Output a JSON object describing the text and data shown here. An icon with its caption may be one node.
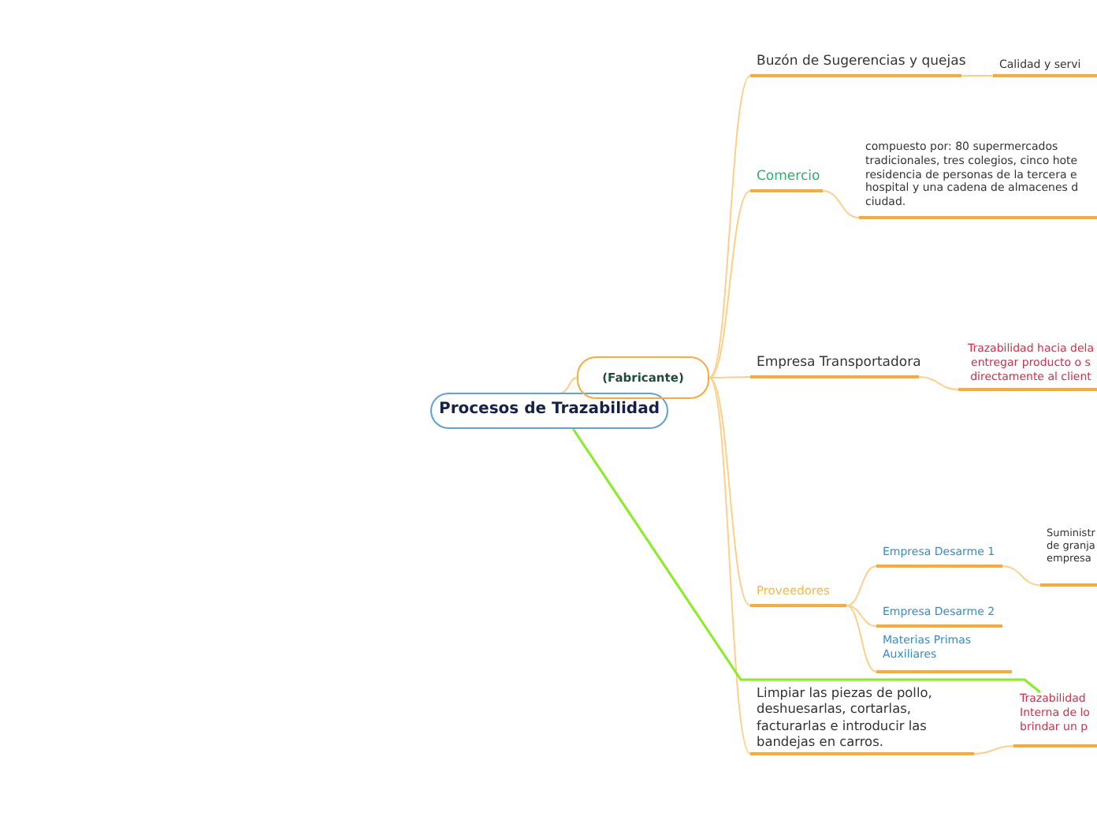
{
  "diagram": {
    "nodes": [
      {
        "text": [
          "Procesos de Trazabilidad"
        ]
      },
      {
        "text": [
          "(Fabricante)"
        ]
      },
      {
        "text": [
          "Buzón de Sugerencias y quejas"
        ]
      },
      {
        "text": [
          "Calidad y servi"
        ]
      },
      {
        "text": [
          "Comercio"
        ]
      },
      {
        "text": [
          "compuesto por: 80 supermercados tradicionales, tres colegios, cinco hote residencia de personas de la tercera e hospital y una cadena de almacenes d ciudad."
        ]
      },
      {
        "text": [
          "Empresa Transportadora"
        ]
      },
      {
        "text": [
          "Trazabilidad hacia dela entregar producto o s directamente al client"
        ]
      },
      {
        "text": [
          "Proveedores"
        ]
      },
      {
        "text": [
          "Empresa Desarme 1"
        ]
      },
      {
        "text": [
          "Suministr de granja empresa"
        ]
      },
      {
        "text": [
          "Empresa Desarme 2"
        ]
      },
      {
        "text": [
          "Materias Primas Auxiliares"
        ]
      },
      {
        "text": [
          "Limpiar las piezas de pollo, deshuesarlas, cortarlas, facturarlas e introducir las bandejas en carros."
        ]
      },
      {
        "text": [
          "Trazabilidad Interna de lo brindar un p"
        ]
      }
    ],
    "edges": [
      {
        "from": 0,
        "to": 1,
        "arrow": "none"
      },
      {
        "from": 1,
        "to": 2,
        "arrow": "none"
      },
      {
        "from": 1,
        "to": 4,
        "arrow": "none"
      },
      {
        "from": 1,
        "to": 6,
        "arrow": "none"
      },
      {
        "from": 1,
        "to": 8,
        "arrow": "none"
      },
      {
        "from": 1,
        "to": 13,
        "arrow": "none"
      },
      {
        "from": 2,
        "to": 3,
        "arrow": "none"
      },
      {
        "from": 4,
        "to": 5,
        "arrow": "none"
      },
      {
        "from": 6,
        "to": 7,
        "arrow": "none"
      },
      {
        "from": 8,
        "to": 9,
        "arrow": "none"
      },
      {
        "from": 8,
        "to": 11,
        "arrow": "none"
      },
      {
        "from": 8,
        "to": 12,
        "arrow": "none"
      },
      {
        "from": 9,
        "to": 10,
        "arrow": "none"
      },
      {
        "from": 13,
        "to": 14,
        "arrow": "none"
      },
      {
        "from": 0,
        "to": 14,
        "arrow": "none",
        "color": "#88ee22"
      }
    ]
  }
}
